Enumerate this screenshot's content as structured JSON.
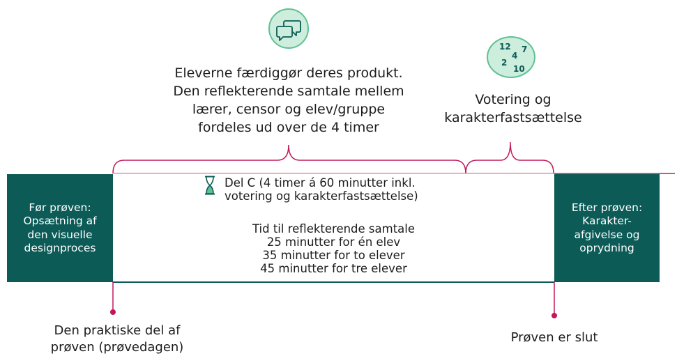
{
  "top_left_caption": [
    "Eleverne færdiggør deres produkt.",
    "Den reflekterende samtale mellem",
    "lærer, censor og elev/gruppe",
    "fordeles ud over de 4 timer"
  ],
  "top_right_caption": [
    "Votering og",
    "karakterfastsættelse"
  ],
  "voting_icon_numbers": [
    "12",
    "7",
    "4",
    "2",
    "10"
  ],
  "left_box": [
    "Før prøven:",
    "Opsætning af",
    "den visuelle",
    "designproces"
  ],
  "right_box": [
    "Efter prøven:",
    "Karakter-",
    "afgivelse og",
    "oprydning"
  ],
  "main": {
    "part_title": [
      "Del C (4 timer á 60 minutter inkl.",
      "votering og karakterfastsættelse)"
    ],
    "time_lines": [
      "Tid til reflekterende samtale",
      "25 minutter for én elev",
      "35 minutter for to elever",
      "45 minutter for tre elever"
    ]
  },
  "bottom_left_label": [
    "Den praktiske del af",
    "prøven (prøvedagen)"
  ],
  "bottom_right_label": "Prøven er slut",
  "icons": {
    "chat": "chat-bubbles-icon",
    "voting": "grade-numbers-icon",
    "hourglass": "hourglass-icon"
  },
  "colors": {
    "dark_teal": "#0c5b57",
    "magenta": "#c2185b",
    "icon_fill": "#cdeedd",
    "icon_border": "#5fbf95"
  }
}
